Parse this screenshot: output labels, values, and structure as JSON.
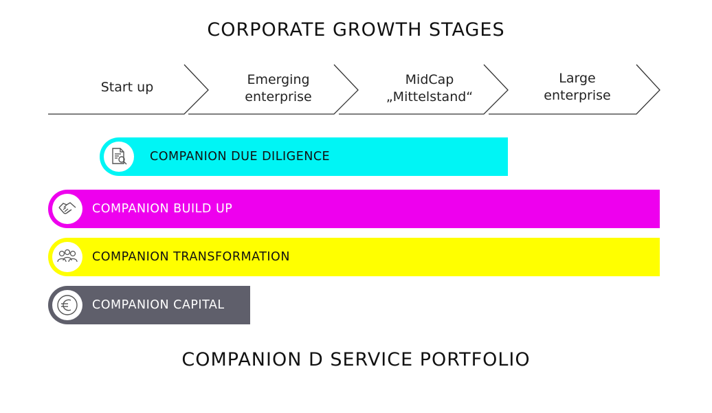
{
  "title": "CORPORATE GROWTH STAGES",
  "stages": [
    {
      "label": "Start up"
    },
    {
      "label": "Emerging\nenterprise"
    },
    {
      "label": "MidCap\n„Mittelstand“"
    },
    {
      "label": "Large\nenterprise"
    }
  ],
  "services": [
    {
      "label": "COMPANION DUE DILIGENCE",
      "icon": "document-search-icon",
      "color": "#00f5f5",
      "text_color": "#111111"
    },
    {
      "label": "COMPANION BUILD UP",
      "icon": "handshake-icon",
      "color": "#ee00ee",
      "text_color": "#ffffff"
    },
    {
      "label": "COMPANION TRANSFORMATION",
      "icon": "people-group-icon",
      "color": "#ffff00",
      "text_color": "#111111"
    },
    {
      "label": "COMPANION CAPITAL",
      "icon": "euro-icon",
      "color": "#5f5f6b",
      "text_color": "#ffffff"
    }
  ],
  "footer_title": "COMPANION D SERVICE PORTFOLIO"
}
